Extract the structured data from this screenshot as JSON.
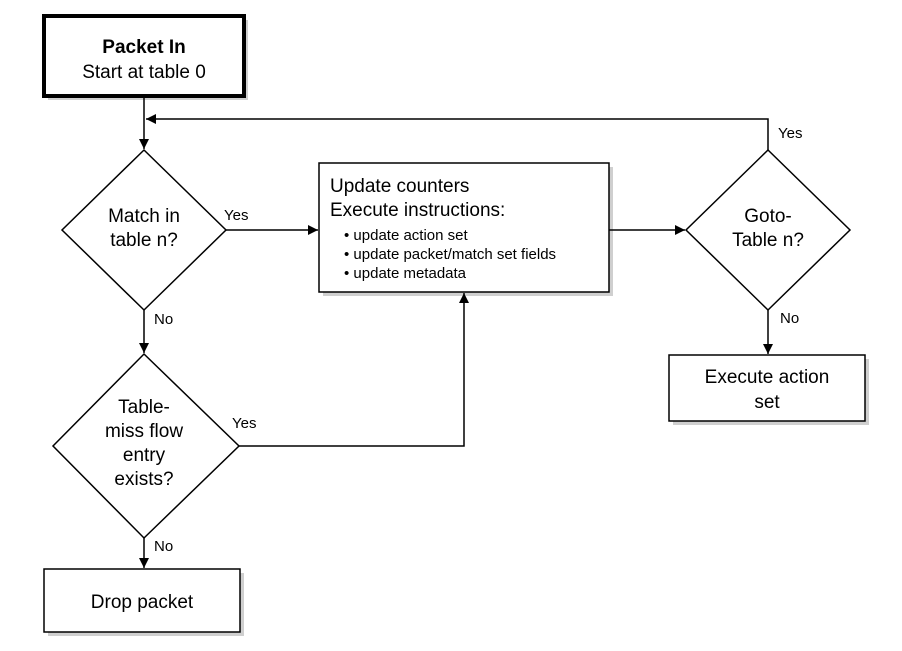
{
  "nodes": {
    "start": {
      "title": "Packet In",
      "subtitle": "Start at table 0"
    },
    "match": {
      "line1": "Match in",
      "line2": "table n?"
    },
    "update": {
      "line1": "Update counters",
      "line2": "Execute instructions:",
      "bullets": [
        "update action set",
        "update packet/match set fields",
        "update metadata"
      ]
    },
    "goto": {
      "line1": "Goto-",
      "line2": "Table n?"
    },
    "tablemiss": {
      "line1": "Table-",
      "line2": "miss flow",
      "line3": "entry",
      "line4": "exists?"
    },
    "execute": {
      "line1": "Execute action",
      "line2": "set"
    },
    "drop": {
      "label": "Drop packet"
    }
  },
  "edges": {
    "match_yes": "Yes",
    "match_no": "No",
    "goto_yes": "Yes",
    "goto_no": "No",
    "tablemiss_yes": "Yes",
    "tablemiss_no": "No"
  }
}
